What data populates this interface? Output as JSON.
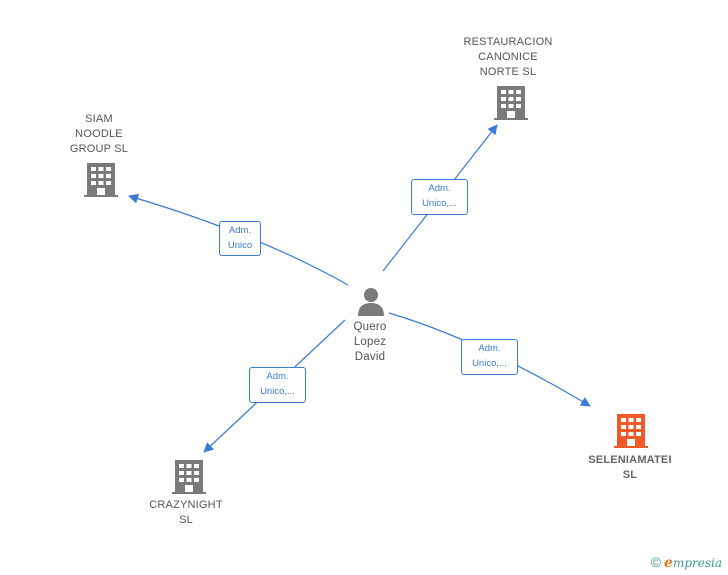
{
  "person": {
    "name": "Quero\nLopez\nDavid"
  },
  "companies": [
    {
      "id": "restauracion",
      "name": "RESTAURACION\nCANONICE\nNORTE  SL",
      "color": "#7a7a7a"
    },
    {
      "id": "siam",
      "name": "SIAM\nNOODLE\nGROUP  SL",
      "color": "#7a7a7a"
    },
    {
      "id": "crazynight",
      "name": "CRAZYNIGHT\nSL",
      "color": "#7a7a7a"
    },
    {
      "id": "seleniamatei",
      "name": "SELENIAMATEI\nSL",
      "color": "#f05a28"
    }
  ],
  "edges": [
    {
      "target": "siam",
      "label": "Adm.\nUnico"
    },
    {
      "target": "restauracion",
      "label": "Adm.\nUnico,..."
    },
    {
      "target": "crazynight",
      "label": "Adm.\nUnico,..."
    },
    {
      "target": "seleniamatei",
      "label": "Adm.\nUnico,..."
    }
  ],
  "footer": {
    "copyright": "©",
    "brand_initial": "e",
    "brand_rest": "mpresia"
  },
  "colors": {
    "edge": "#3a7bd5",
    "building": "#7a7a7a",
    "highlight": "#f05a28",
    "person": "#7a7a7a"
  }
}
